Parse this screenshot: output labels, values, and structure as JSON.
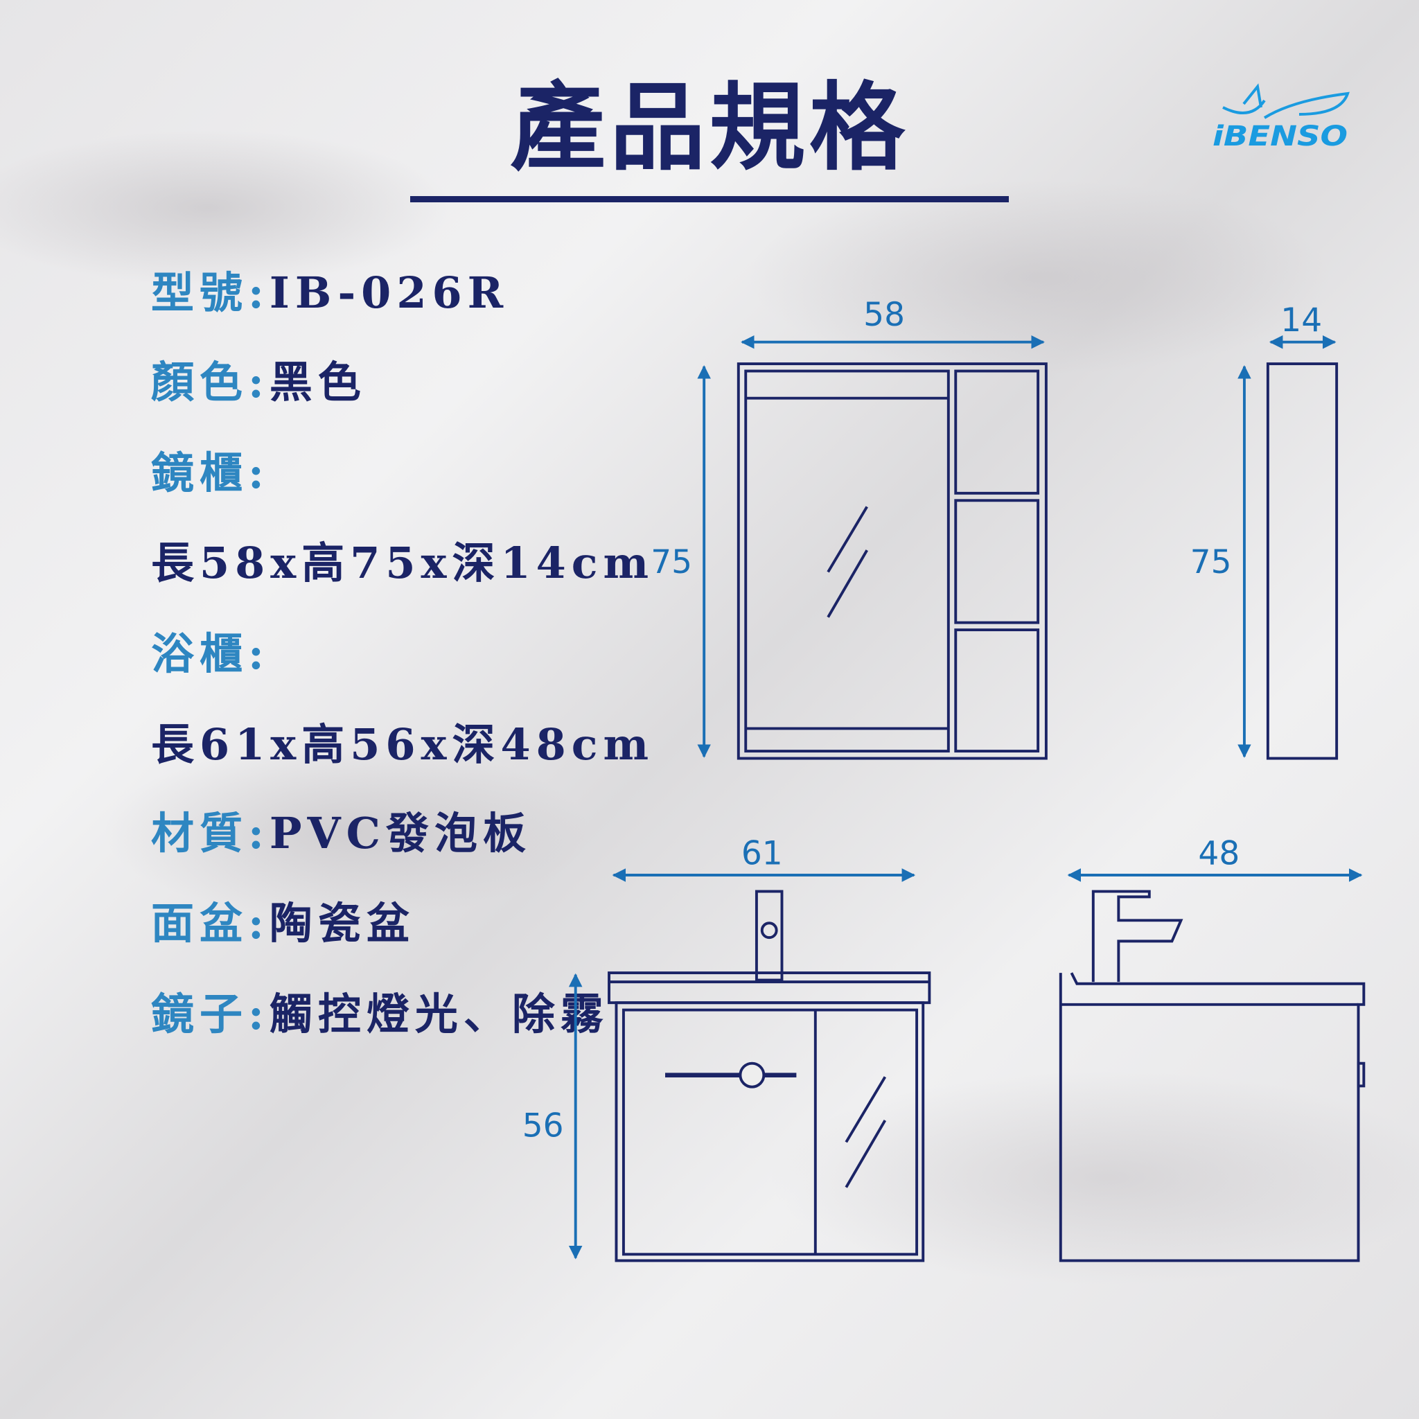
{
  "title": "產品規格",
  "brand": "iBENSO",
  "specs": [
    {
      "label": "型號:",
      "value": "IB-026R"
    },
    {
      "label": "顏色:",
      "value": "黑色"
    },
    {
      "label": "鏡櫃:",
      "value": ""
    },
    {
      "label": "",
      "value": "長58x高75x深14cm"
    },
    {
      "label": "浴櫃:",
      "value": ""
    },
    {
      "label": "",
      "value": "長61x高56x深48cm"
    },
    {
      "label": "材質:",
      "value": "PVC發泡板"
    },
    {
      "label": "面盆:",
      "value": "陶瓷盆"
    },
    {
      "label": "鏡子:",
      "value": "觸控燈光、除霧"
    }
  ],
  "dimensions": {
    "mirror_width": "58",
    "mirror_height": "75",
    "mirror_depth": "14",
    "mirror_side_height": "75",
    "vanity_width": "61",
    "vanity_height": "56",
    "vanity_depth": "48"
  },
  "colors": {
    "navy": "#1b2466",
    "blue": "#1a6fb5",
    "label": "#2e86c1"
  }
}
